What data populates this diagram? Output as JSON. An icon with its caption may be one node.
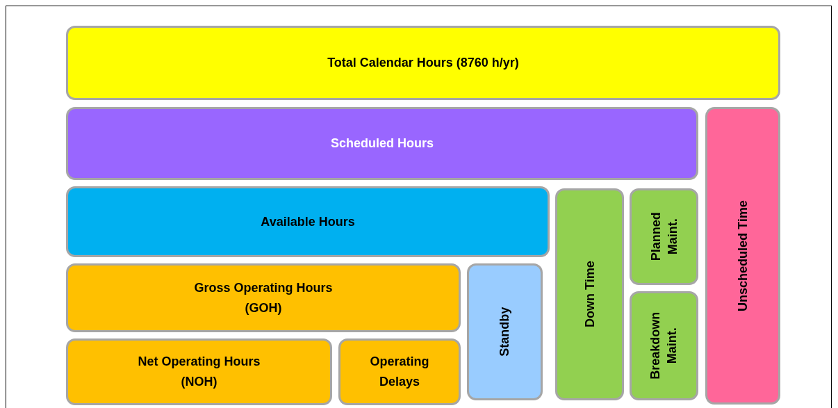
{
  "diagram": {
    "nodes": [
      {
        "text": [
          "Total Calendar Hours (8760 h/yr)"
        ]
      },
      {
        "text": [
          "Scheduled Hours"
        ]
      },
      {
        "text": [
          "Unscheduled Time"
        ]
      },
      {
        "text": [
          "Available Hours"
        ]
      },
      {
        "text": [
          "Down Time"
        ]
      },
      {
        "text": [
          "Planned Maint."
        ]
      },
      {
        "text": [
          "Breakdown Maint."
        ]
      },
      {
        "text": [
          "Gross Operating Hours (GOH)"
        ]
      },
      {
        "text": [
          "Standby"
        ]
      },
      {
        "text": [
          "Net Operating Hours (NOH)"
        ]
      },
      {
        "text": [
          "Operating Delays"
        ]
      }
    ]
  }
}
